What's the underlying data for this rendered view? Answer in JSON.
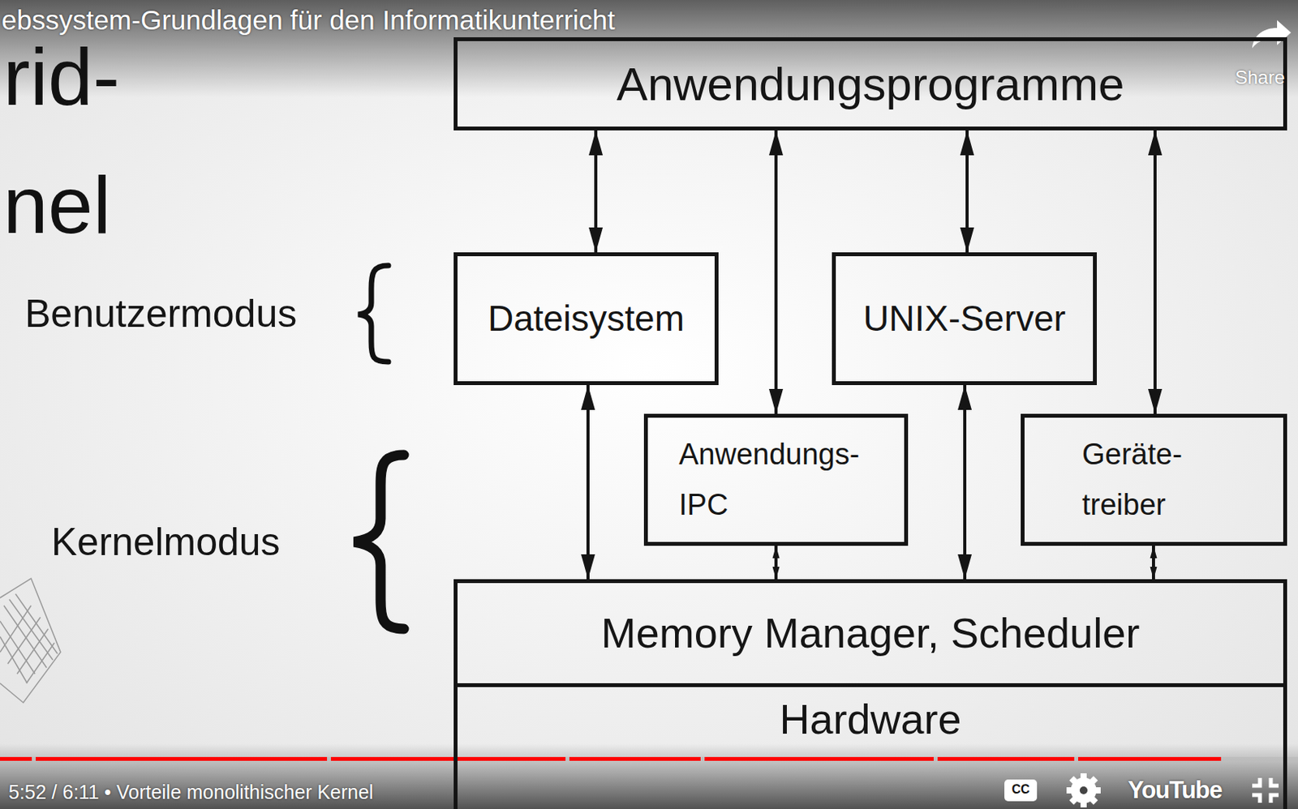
{
  "diagram": {
    "nodes": [
      {
        "text": [
          "Anwendungsprogramme"
        ]
      },
      {
        "text": [
          "Dateisystem"
        ]
      },
      {
        "text": [
          "UNIX-Server"
        ]
      },
      {
        "text": [
          "Anwendungs- IPC"
        ]
      },
      {
        "text": [
          "Geräte- treiber"
        ]
      },
      {
        "text": [
          "Memory Manager, Scheduler"
        ]
      },
      {
        "text": [
          "Hardware"
        ]
      }
    ],
    "edges": [
      {
        "from": 0,
        "to": 1,
        "arrow": "both"
      },
      {
        "from": 0,
        "to": 3,
        "arrow": "both"
      },
      {
        "from": 0,
        "to": 2,
        "arrow": "both"
      },
      {
        "from": 0,
        "to": 4,
        "arrow": "both"
      },
      {
        "from": 1,
        "to": 5,
        "arrow": "both"
      },
      {
        "from": 3,
        "to": 5,
        "arrow": "both"
      },
      {
        "from": 2,
        "to": 5,
        "arrow": "both"
      },
      {
        "from": 4,
        "to": 5,
        "arrow": "both"
      }
    ],
    "labels": [
      "ebssystem-Grundlagen für den Informatikunterricht",
      "Share",
      "rid-",
      "nel",
      "Benutzermodus",
      "Kernelmodus",
      "5:52 / 6:11 • Vorteile monolithischer Kernel",
      "CC",
      "YouTube"
    ]
  }
}
